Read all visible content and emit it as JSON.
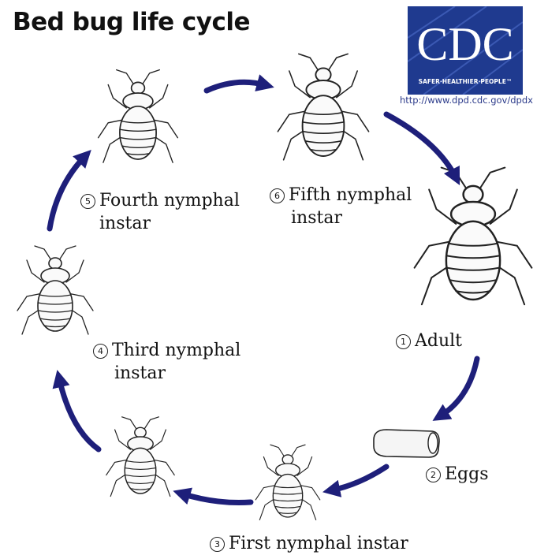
{
  "title": "Bed bug life cycle",
  "logo": {
    "text": "CDC",
    "tagline": "SAFER·HEALTHIER·PEOPLE™"
  },
  "url": "http://www.dpd.cdc.gov/dpdx",
  "colors": {
    "arrow": "#1e1f7a",
    "logo_bg": "#1f3a8f"
  },
  "stages": [
    {
      "number": "1",
      "lines": [
        "Adult"
      ]
    },
    {
      "number": "2",
      "lines": [
        "Eggs"
      ]
    },
    {
      "number": "3",
      "lines": [
        "First nymphal instar"
      ]
    },
    {
      "number": "4",
      "lines": [
        "Third nymphal",
        "instar"
      ]
    },
    {
      "number": "5",
      "lines": [
        "Fourth nymphal",
        "instar"
      ]
    },
    {
      "number": "6",
      "lines": [
        "Fifth nymphal",
        "instar"
      ]
    }
  ]
}
